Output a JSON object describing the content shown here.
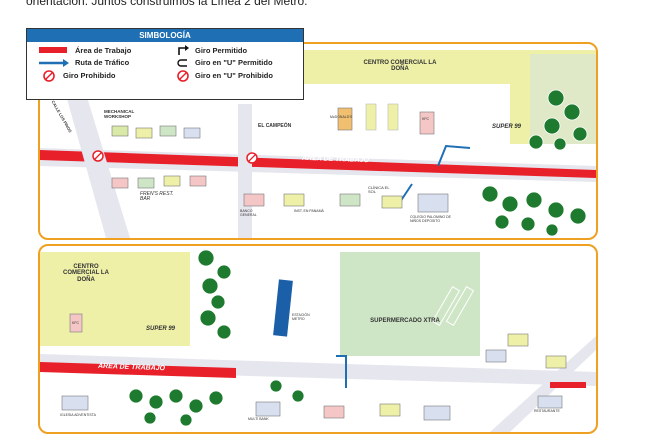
{
  "caption": "orientación. Juntos construimos la Línea 2 del Metro.",
  "legend": {
    "title": "SIMBOLOGÍA",
    "items": [
      {
        "key": "work_area",
        "label": "Área de Trabajo",
        "color": "#e8202a"
      },
      {
        "key": "traffic_route",
        "label": "Ruta de Tráfico",
        "color": "#1f6fb5"
      },
      {
        "key": "no_turn",
        "label": "Giro Prohibido"
      },
      {
        "key": "turn_allowed",
        "label": "Giro Permitido"
      },
      {
        "key": "u_turn_allowed",
        "label": "Giro en \"U\" Permitido"
      },
      {
        "key": "u_turn_prohibited",
        "label": "Giro en \"U\" Prohibido"
      }
    ]
  },
  "top_map": {
    "work_area_label": "ÁREA DE TRABAJO",
    "places": {
      "mall": "CENTRO COMERCIAL LA DOÑA",
      "super": "SUPER 99",
      "mechanic": "MECHANICAL WORKSHOP",
      "campeon": "EL CAMPEÓN",
      "mcdonalds": "McDONALD'S",
      "kfc": "KFC",
      "street": "CALLE LOS PINOS",
      "frens": "FREN'S REST. BAR",
      "clinic": "CLÍNICA EL SOL",
      "school": "COLEGIO PALOMINO DE NIÑOS DEPOSITO",
      "bank": "BANCO GENERAL",
      "inst": "INST. EN PANAMÁ"
    }
  },
  "bottom_map": {
    "work_area_label": "ÁREA DE TRABAJO",
    "places": {
      "mall": "CENTRO COMERCIAL LA DOÑA",
      "super": "SUPER 99",
      "kfc": "KFC",
      "metro": "ESTACIÓN METRO",
      "supermarket": "SUPERMERCADO XTRA",
      "multibank": "MULTI BANK",
      "school": "IGLESIA ADVENTISTA",
      "restaurant": "RESTAURANTE"
    }
  },
  "colors": {
    "frame": "#f0a020",
    "road": "#e8e8ee",
    "work_area": "#e8202a",
    "traffic": "#1f6fb5",
    "mall": "#eef0a8",
    "green": "#cfe6c6",
    "tree": "#1e7a2e",
    "building_blue": "#1a5fa8"
  }
}
